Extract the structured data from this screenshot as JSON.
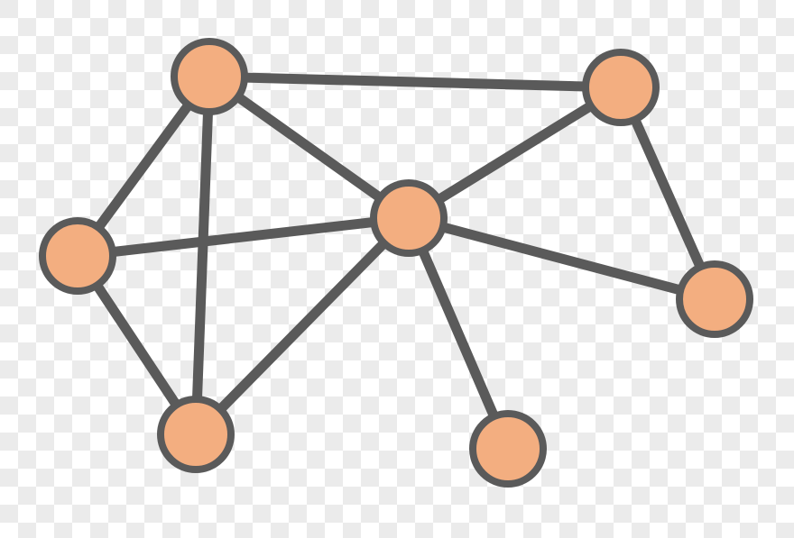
{
  "diagram": {
    "type": "network-graph",
    "colors": {
      "node_fill": "#f3ae80",
      "stroke": "#5a5a5a",
      "background_check": "#ebebeb"
    },
    "nodes": [
      {
        "id": "n1"
      },
      {
        "id": "n2"
      },
      {
        "id": "n3"
      },
      {
        "id": "n4"
      },
      {
        "id": "n5"
      },
      {
        "id": "n6"
      },
      {
        "id": "n7"
      }
    ],
    "edges": [
      [
        "n1",
        "n2"
      ],
      [
        "n1",
        "n3"
      ],
      [
        "n1",
        "n6"
      ],
      [
        "n1",
        "n4"
      ],
      [
        "n2",
        "n4"
      ],
      [
        "n2",
        "n5"
      ],
      [
        "n3",
        "n4"
      ],
      [
        "n3",
        "n6"
      ],
      [
        "n6",
        "n4"
      ],
      [
        "n4",
        "n5"
      ],
      [
        "n4",
        "n7"
      ]
    ]
  }
}
